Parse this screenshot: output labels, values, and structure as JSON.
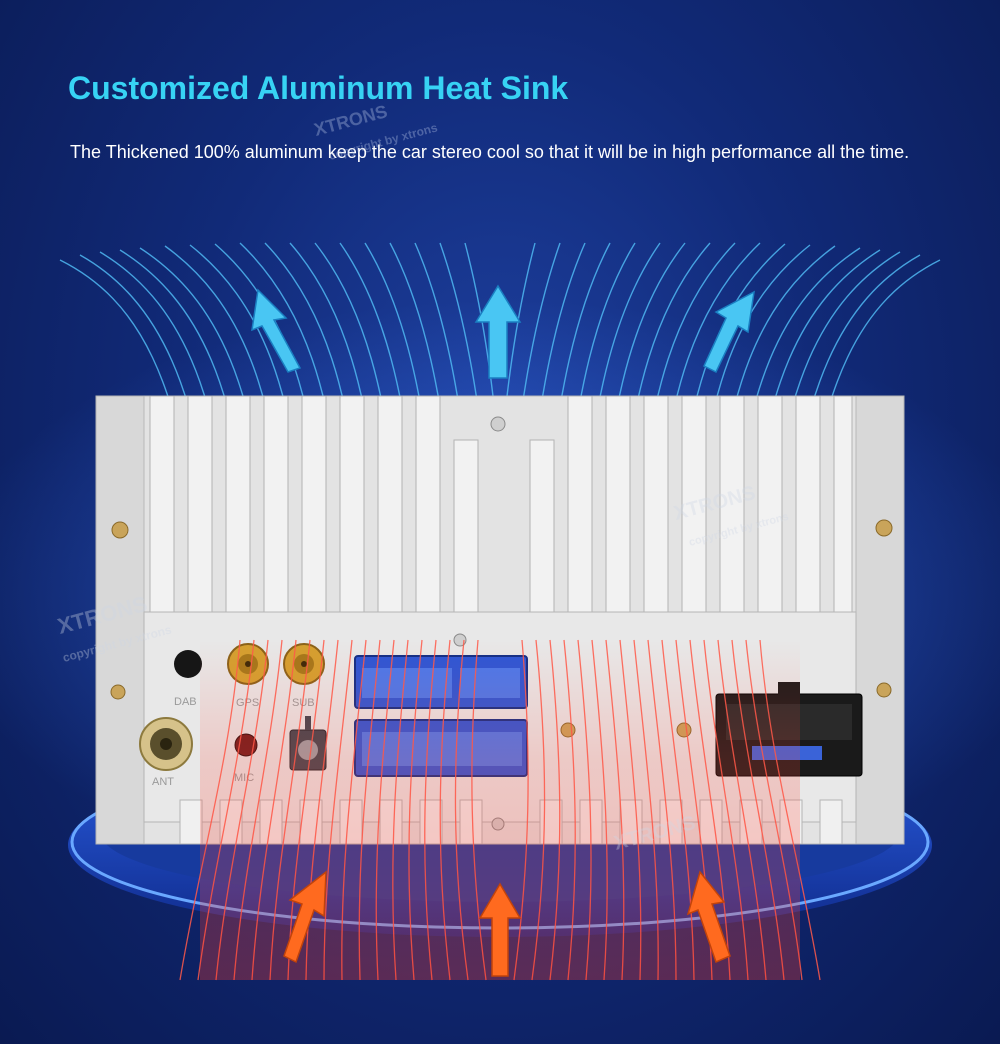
{
  "header": {
    "title": "Customized Aluminum Heat Sink",
    "description": "The Thickened 100% aluminum keep the car stereo cool so that it will be in high performance all the time."
  },
  "device": {
    "port_labels": {
      "dab": "DAB",
      "ant": "ANT",
      "gps": "GPS",
      "sub": "SUB",
      "mic": "MIC"
    }
  },
  "watermark": {
    "brand": "XTRONS",
    "copyright": "copyright by xtrons"
  },
  "colors": {
    "title": "#37d3f4",
    "cool_airflow": "#3fb6f0",
    "hot_airflow": "#ff5a3a",
    "heatsink": "#e6e6e6"
  }
}
